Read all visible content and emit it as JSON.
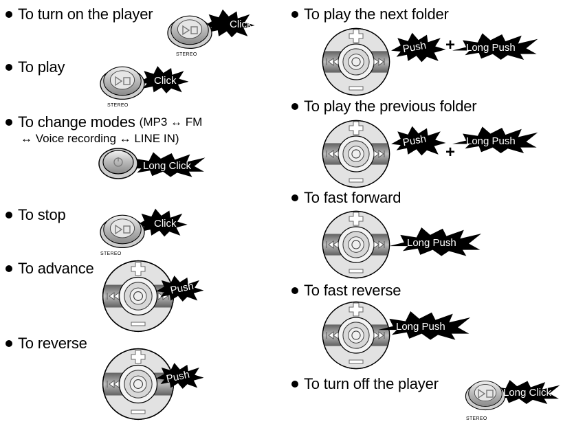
{
  "left": {
    "turn_on": "To turn on the player",
    "play": "To play",
    "change_modes": "To change modes",
    "change_modes_sub1": "(MP3 ↔ FM",
    "change_modes_sub2": "↔ Voice recording  ↔ LINE IN)",
    "stop": "To stop",
    "advance": "To advance",
    "reverse": "To reverse"
  },
  "right": {
    "next_folder": "To play the next folder",
    "prev_folder": "To play the previous folder",
    "fast_forward": "To fast forward",
    "fast_reverse": "To fast reverse",
    "turn_off": "To turn off the player"
  },
  "burst": {
    "click": "Click",
    "long_click": "Long Click",
    "push": "Push",
    "long_push": "Long Push"
  },
  "stereo_label": "STEREO",
  "plus_sign": "+",
  "icons": {
    "play_stop": "play-stop-icon",
    "mode": "mode-icon",
    "plus": "plus-icon",
    "minus": "minus-icon",
    "rewind": "rewind-icon",
    "fast_forward": "fast-forward-icon"
  }
}
